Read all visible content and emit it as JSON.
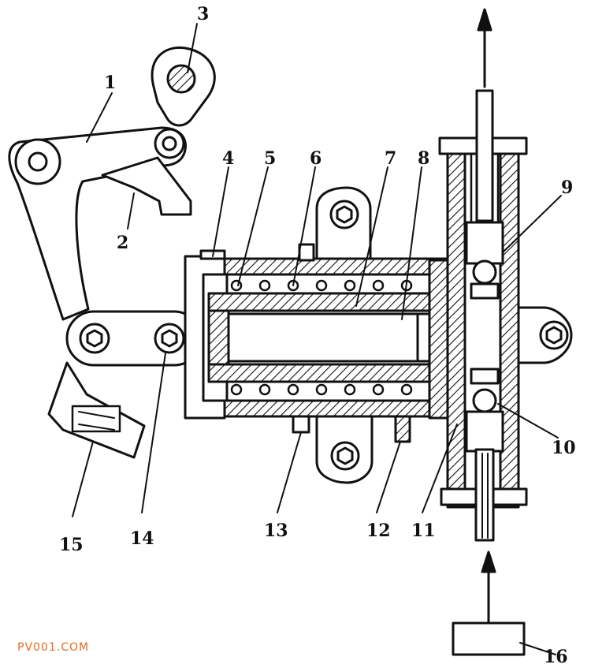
{
  "labels": [
    "1",
    "2",
    "3",
    "4",
    "5",
    "6",
    "7",
    "8",
    "9",
    "10",
    "11",
    "12",
    "13",
    "14",
    "15",
    "16"
  ],
  "watermark": {
    "text": "PV001.COM",
    "color": "#e46b1e"
  },
  "colors": {
    "ink": "#111111",
    "paper": "#ffffff"
  }
}
